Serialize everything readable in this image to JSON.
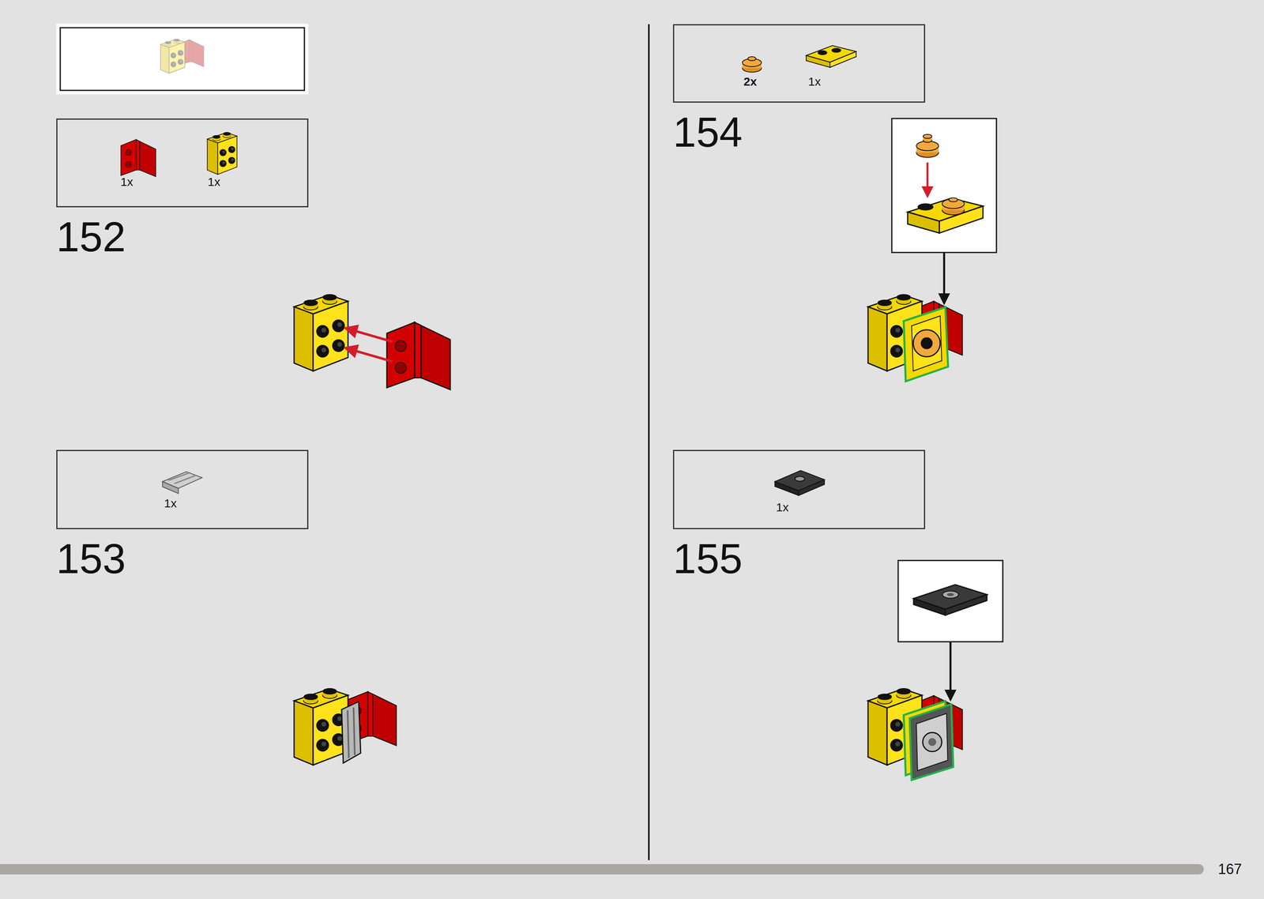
{
  "diagram": {
    "nodes": [
      {
        "text": [
          "1x",
          "1x"
        ]
      },
      {
        "text": [
          "1x"
        ]
      },
      {
        "text": [
          "2x",
          "1x"
        ]
      },
      {
        "text": [
          "1x"
        ]
      }
    ],
    "labels": [
      "152",
      "153",
      "154",
      "155",
      "167"
    ]
  }
}
